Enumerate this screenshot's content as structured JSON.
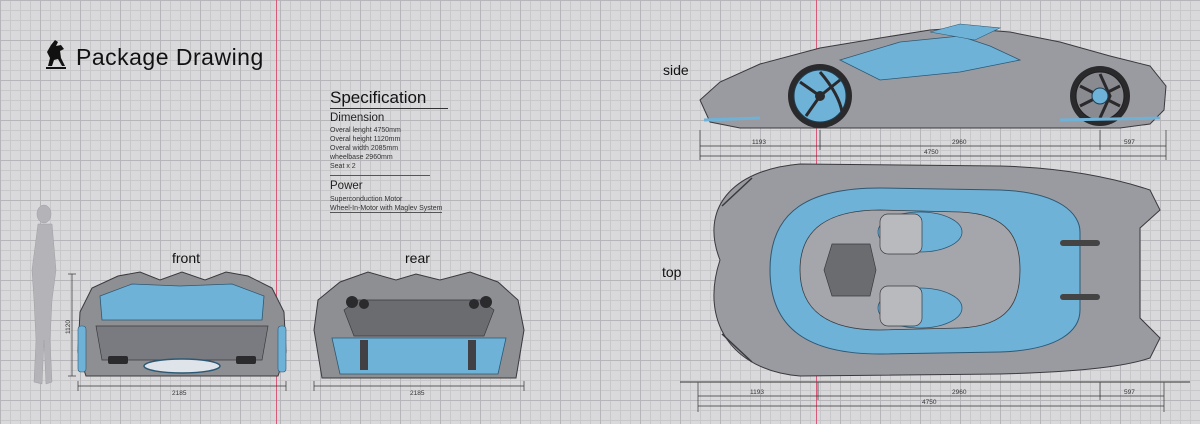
{
  "header": {
    "brand_logo": "prancing-horse-logo",
    "title": "Package Drawing"
  },
  "specification": {
    "title": "Specification",
    "dimension": {
      "heading": "Dimension",
      "lines": [
        "Overal lenght 4750mm",
        "Overal height 1120mm",
        "Overal width 2085mm",
        "wheelbase 2960mm",
        "Seat x 2"
      ]
    },
    "power": {
      "heading": "Power",
      "lines": [
        "Superconduction Motor",
        "Wheel-In-Motor with Maglev System"
      ]
    }
  },
  "views": {
    "front": {
      "label": "front",
      "width": "2185",
      "height": "1120"
    },
    "rear": {
      "label": "rear",
      "width": "2185"
    },
    "side": {
      "label": "side",
      "front_overhang": "1193",
      "wheelbase": "2960",
      "rear_overhang": "597",
      "length": "4750"
    },
    "top": {
      "label": "top",
      "front_overhang": "1193",
      "wheelbase": "2960",
      "rear_overhang": "597",
      "length": "4750"
    }
  },
  "colors": {
    "paper": "#d9d9db",
    "grid": "#b6b6ba",
    "accent_blue": "#6fb2d8",
    "body_grey": "#8e8f93",
    "guide_red": "#d85a78"
  }
}
